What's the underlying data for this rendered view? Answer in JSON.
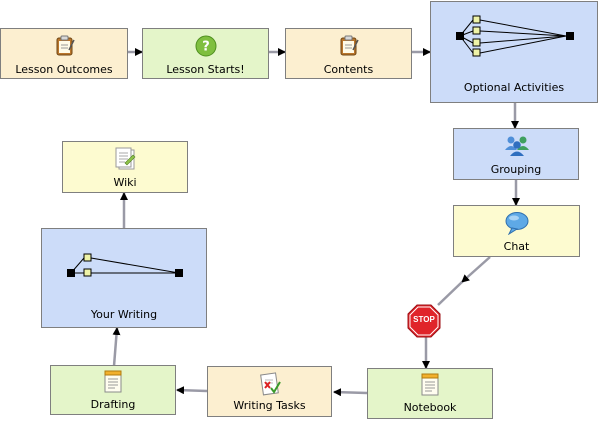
{
  "diagram": {
    "nodes": {
      "lesson_outcomes": {
        "label": "Lesson Outcomes",
        "icon": "notepad-icon"
      },
      "lesson_starts": {
        "label": "Lesson Starts!",
        "icon": "question-icon"
      },
      "contents": {
        "label": "Contents",
        "icon": "notepad-icon"
      },
      "optional_activities": {
        "label": "Optional Activities",
        "icon": "branching-icon"
      },
      "grouping": {
        "label": "Grouping",
        "icon": "people-group-icon"
      },
      "chat": {
        "label": "Chat",
        "icon": "speech-bubble-icon"
      },
      "stop": {
        "label": "STOP",
        "icon": "stop-sign-icon"
      },
      "notebook": {
        "label": "Notebook",
        "icon": "notepad-lines-icon"
      },
      "writing_tasks": {
        "label": "Writing Tasks",
        "icon": "assessment-icon"
      },
      "drafting": {
        "label": "Drafting",
        "icon": "notepad-lines-icon"
      },
      "your_writing": {
        "label": "Your Writing",
        "icon": "branching-icon"
      },
      "wiki": {
        "label": "Wiki",
        "icon": "document-icon"
      }
    },
    "colors": {
      "peach": "#fcefd0",
      "green": "#e4f5c9",
      "blue": "#ccdcf9",
      "yellow": "#fdfbd0",
      "connector": "#9a9aa6",
      "stop_red": "#e0242a"
    }
  }
}
